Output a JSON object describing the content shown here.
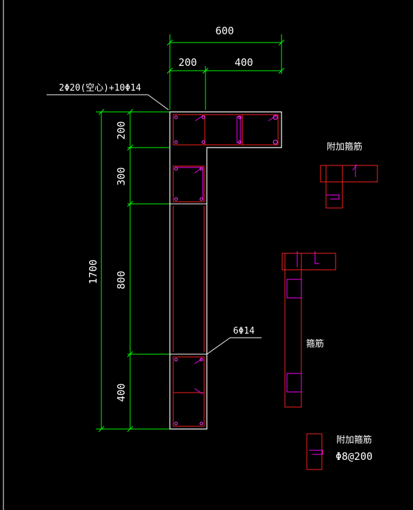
{
  "dimensions": {
    "total_width": "600",
    "flange_width": "200",
    "web_width": "400",
    "total_height": "1700",
    "seg_top": "200",
    "seg_2": "300",
    "seg_3": "800",
    "seg_bottom": "400"
  },
  "labels": {
    "main_rebar": "2Φ20(空心)+10Φ14",
    "side_rebar": "6Φ14",
    "extra_stirrup_title": "附加箍筋",
    "stirrup_title": "箍筋",
    "extra_stirrup_legend_title": "附加箍筋",
    "extra_stirrup_spec": "Φ8@200"
  },
  "colors": {
    "background": "#000000",
    "outline": "#ffffff",
    "dimension": "#00ff00",
    "stirrup": "#ff2020",
    "tie": "#ff00ff"
  }
}
